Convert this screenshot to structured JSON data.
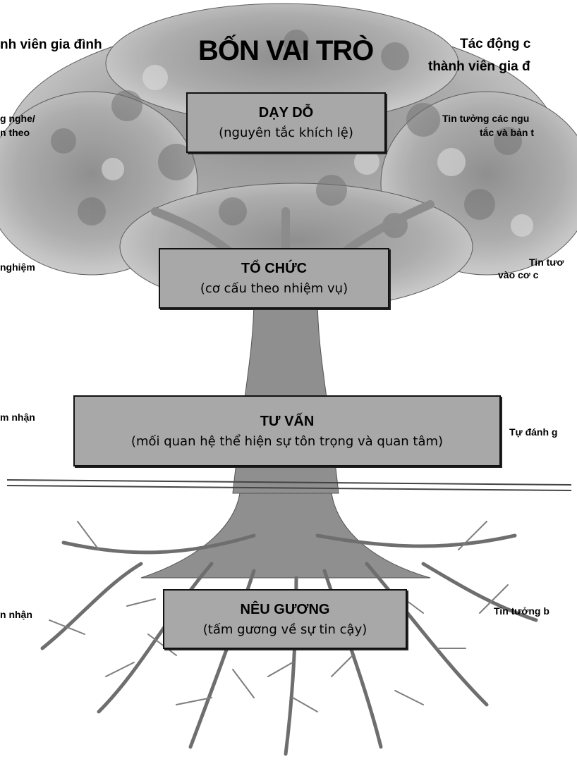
{
  "title": "BỐN VAI TRÒ",
  "headers": {
    "left": "nh viên gia đình",
    "right_line1": "Tác động c",
    "right_line2": "thành viên gia đ"
  },
  "boxes": [
    {
      "title": "DẠY DỖ",
      "subtitle": "(nguyên tắc khích lệ)"
    },
    {
      "title": "TỔ CHỨC",
      "subtitle": "(cơ cấu theo nhiệm vụ)"
    },
    {
      "title": "TƯ VẤN",
      "subtitle": "(mối quan hệ thể hiện sự tôn trọng và quan tâm)"
    },
    {
      "title": "NÊU GƯƠNG",
      "subtitle": "(tấm gương về sự tin cậy)"
    }
  ],
  "left_labels": [
    "g nghe/",
    "n theo",
    "nghiệm",
    "m nhận",
    "n nhận"
  ],
  "right_labels": [
    "Tin tưởng các ngu",
    "tắc và bản t",
    "Tin tươ",
    "vào cơ c",
    "Tự đánh g",
    "Tin tưởng b"
  ]
}
